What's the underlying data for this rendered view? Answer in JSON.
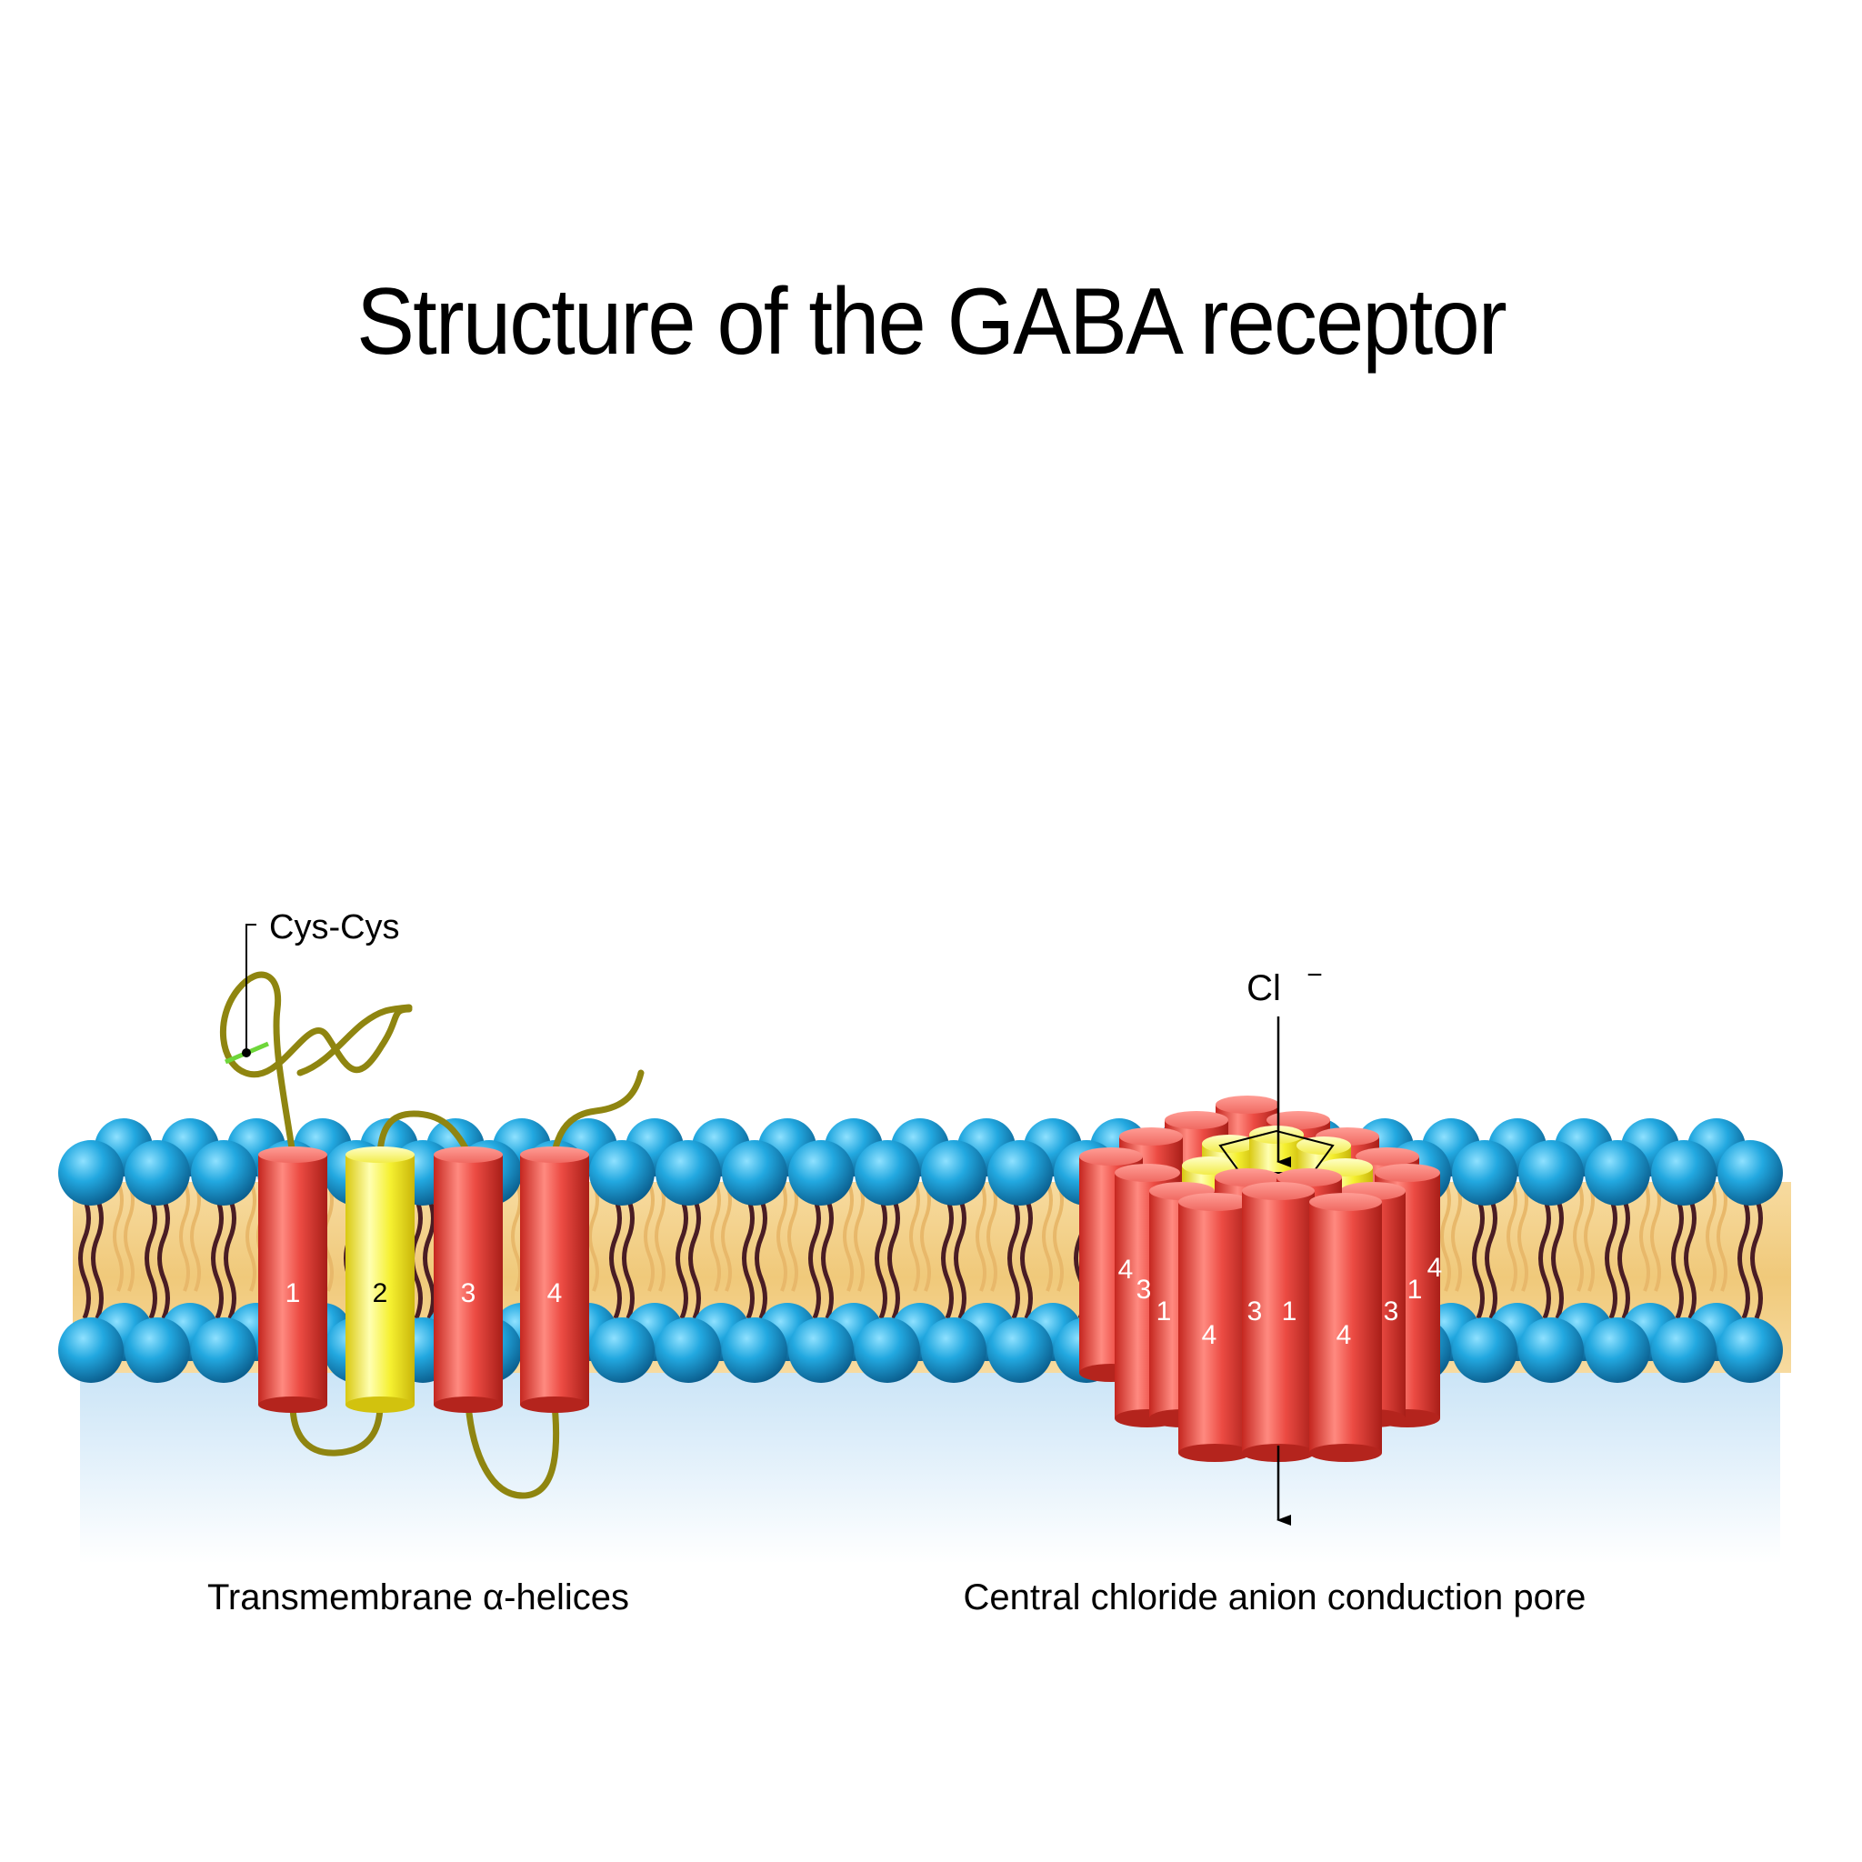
{
  "title": "Structure of the GABA receptor",
  "labels": {
    "cys": "Cys-Cys",
    "chloride": "Cl",
    "chloride_charge": "−",
    "left_caption": "Transmembrane α-helices",
    "right_caption": "Central chloride anion conduction pore"
  },
  "helices": [
    {
      "num": "1",
      "color": "red"
    },
    {
      "num": "2",
      "color": "yellow"
    },
    {
      "num": "3",
      "color": "red"
    },
    {
      "num": "4",
      "color": "red"
    }
  ],
  "pore_numbers": [
    "4",
    "3",
    "1",
    "4",
    "3",
    "1",
    "4",
    "3",
    "1",
    "4"
  ],
  "colors": {
    "lipid_head": "#1ea3dc",
    "membrane_core": "#f3d48f",
    "helix_red": "#e8463f",
    "helix_yellow": "#f5f230",
    "loop": "#9a8f10",
    "cytoplasm": "#cde6f7"
  }
}
